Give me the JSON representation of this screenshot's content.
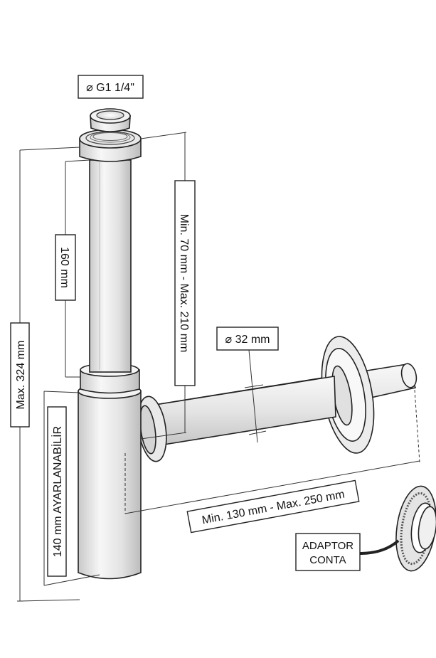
{
  "diagram": {
    "labels": {
      "thread": "⌀ G1 1/4\"",
      "pipe_diameter": "⌀ 32 mm",
      "tube_length": "160 mm",
      "vertical_range": "Min. 70 mm - Max. 210 mm",
      "max_height": "Max. 324 mm",
      "adjustable": "140 mm AYARLANABİLİR",
      "horizontal_range": "Min. 130 mm - Max. 250 mm",
      "adaptor_line1": "ADAPTOR",
      "adaptor_line2": "CONTA"
    },
    "colors": {
      "line": "#222222",
      "metal_light": "#f4f4f4",
      "metal_mid": "#d8d8d8",
      "metal_dark": "#b8b8b8",
      "background": "#ffffff"
    }
  }
}
